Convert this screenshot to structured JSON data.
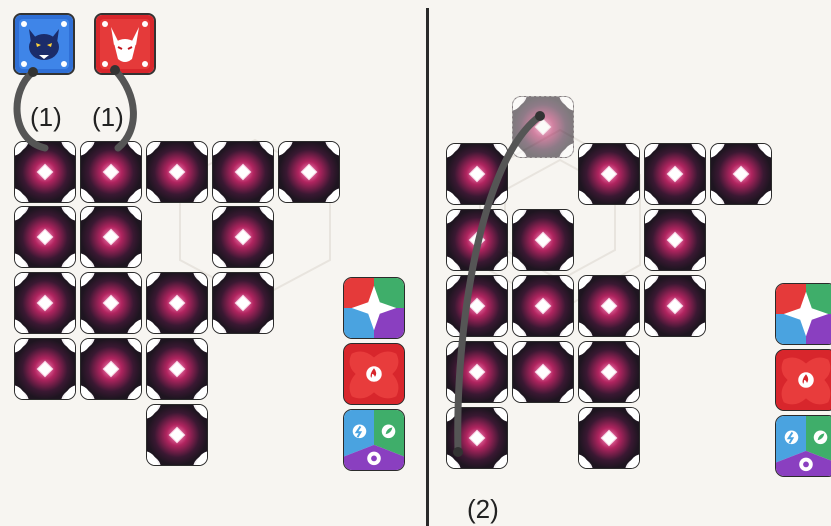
{
  "players": [
    {
      "name": "blue-wolf",
      "color": "#2f6fd6"
    },
    {
      "name": "red-fox",
      "color": "#d8262c"
    }
  ],
  "labels": {
    "left_first": "(1)",
    "left_second": "(1)",
    "right_bottom": "(2)"
  },
  "colors": {
    "tile_dark": "#2a1a25",
    "tile_glow": "#b0245f",
    "fire_red": "#d8262c",
    "water_blue": "#4aa3e0",
    "leaf_green": "#3fae6a",
    "purple": "#8a3fc0",
    "arrow": "#555555"
  },
  "icons": [
    "wolf-face-icon",
    "fox-mask-icon",
    "diamond-gem-icon",
    "flame-icon",
    "lightning-icon",
    "leaf-icon",
    "flower-icon"
  ]
}
